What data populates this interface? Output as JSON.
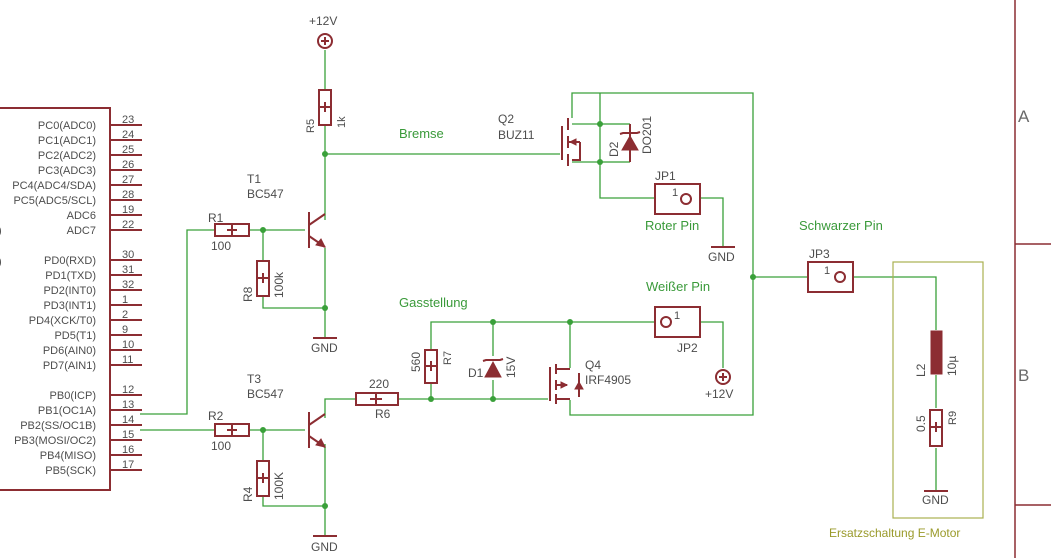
{
  "frame": {
    "row_a": "A",
    "row_b": "B"
  },
  "mcu": {
    "pins": [
      {
        "label": "PC0(ADC0)",
        "num": "23"
      },
      {
        "label": "PC1(ADC1)",
        "num": "24"
      },
      {
        "label": "PC2(ADC2)",
        "num": "25"
      },
      {
        "label": "PC3(ADC3)",
        "num": "26"
      },
      {
        "label": "PC4(ADC4/SDA)",
        "num": "27"
      },
      {
        "label": "PC5(ADC5/SCL)",
        "num": "28"
      },
      {
        "label": "ADC6",
        "num": "19"
      },
      {
        "label": "ADC7",
        "num": "22"
      },
      {
        "label": "PD0(RXD)",
        "num": "30"
      },
      {
        "label": "PD1(TXD)",
        "num": "31"
      },
      {
        "label": "PD2(INT0)",
        "num": "32"
      },
      {
        "label": "PD3(INT1)",
        "num": "1"
      },
      {
        "label": "PD4(XCK/T0)",
        "num": "2"
      },
      {
        "label": "PD5(T1)",
        "num": "9"
      },
      {
        "label": "PD6(AIN0)",
        "num": "10"
      },
      {
        "label": "PD7(AIN1)",
        "num": "11"
      },
      {
        "label": "PB0(ICP)",
        "num": "12"
      },
      {
        "label": "PB1(OC1A)",
        "num": "13"
      },
      {
        "label": "PB2(SS/OC1B)",
        "num": "14"
      },
      {
        "label": "PB3(MOSI/OC2)",
        "num": "15"
      },
      {
        "label": "PB4(MISO)",
        "num": "16"
      },
      {
        "label": "PB5(SCK)",
        "num": "17"
      }
    ],
    "left_marks": [
      ")",
      ")"
    ]
  },
  "power": {
    "plus12_top": "+12V",
    "plus12_bottom": "+12V",
    "gnd": "GND"
  },
  "components": {
    "r5": {
      "name": "R5",
      "value": "1k"
    },
    "r1": {
      "name": "R1",
      "value": "100"
    },
    "r8": {
      "name": "R8",
      "value": "100k"
    },
    "r2": {
      "name": "R2",
      "value": "100"
    },
    "r4": {
      "name": "R4",
      "value": "100K"
    },
    "r6": {
      "name": "R6",
      "value": "220"
    },
    "r7": {
      "name": "R7",
      "value": "560"
    },
    "r9": {
      "name": "R9",
      "value": "0.5"
    },
    "l2": {
      "name": "L2",
      "value": "10µ"
    },
    "t1": {
      "name": "T1",
      "value": "BC547"
    },
    "t3": {
      "name": "T3",
      "value": "BC547"
    },
    "q2": {
      "name": "Q2",
      "value": "BUZ11"
    },
    "q4": {
      "name": "Q4",
      "value": "IRF4905"
    },
    "d2": {
      "name": "D2",
      "value": "DO201"
    },
    "d1": {
      "name": "D1",
      "value": "15V"
    },
    "jp1": {
      "name": "JP1",
      "pin": "1"
    },
    "jp2": {
      "name": "JP2",
      "pin": "1"
    },
    "jp3": {
      "name": "JP3",
      "pin": "1"
    }
  },
  "nets": {
    "bremse": "Bremse",
    "gasstellung": "Gasstellung",
    "roter_pin": "Roter Pin",
    "weisser_pin": "Weißer Pin",
    "schwarzer_pin": "Schwarzer Pin"
  },
  "group_label": "Ersatzschaltung E-Motor",
  "colors": {
    "wire": "#3aa03a",
    "symbol": "#8c2d32",
    "text": "#4d4d4d",
    "net_label": "#3a9a3a",
    "group": "#a9b050"
  }
}
